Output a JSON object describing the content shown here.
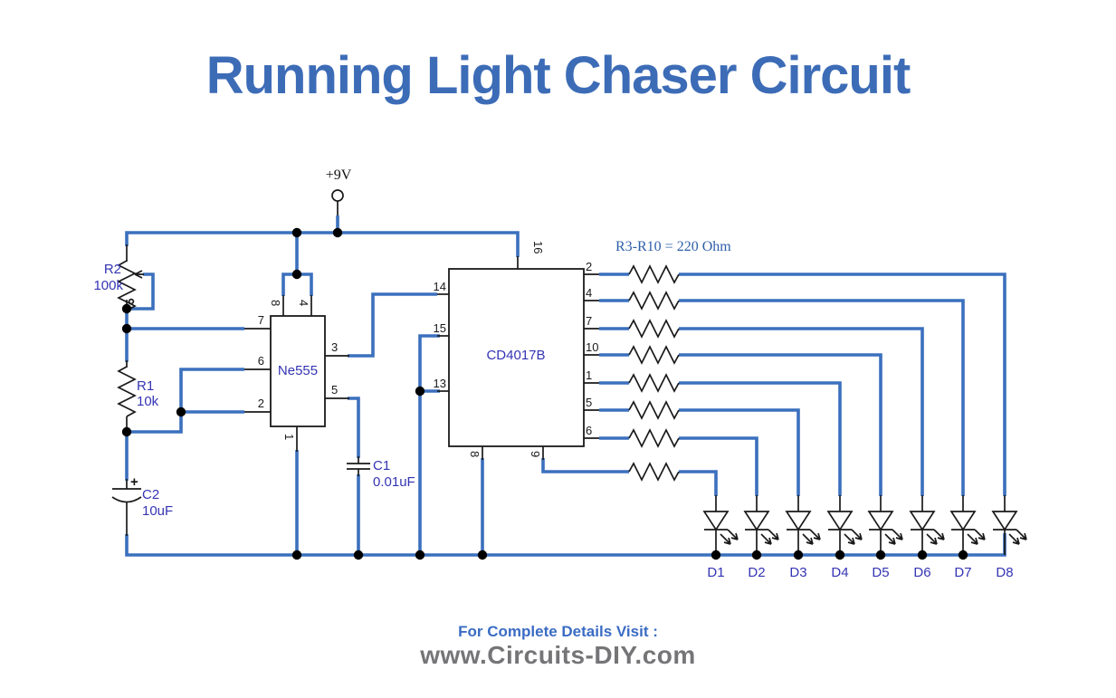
{
  "title": "Running Light Chaser Circuit",
  "power_label": "+9V",
  "note": "R3-R10 = 220 Ohm",
  "ic555": {
    "name": "Ne555",
    "pins": {
      "p7": "7",
      "p6": "6",
      "p2": "2",
      "p8": "8",
      "p4": "4",
      "p3": "3",
      "p5": "5",
      "p1": "1"
    }
  },
  "ic4017": {
    "name": "CD4017B",
    "pins": {
      "p16": "16",
      "p14": "14",
      "p15": "15",
      "p13": "13",
      "p8": "8",
      "p9": "9"
    },
    "out_pins": [
      "2",
      "4",
      "7",
      "10",
      "1",
      "5",
      "6"
    ]
  },
  "r2": {
    "ref": "R2",
    "value": "100k"
  },
  "r1": {
    "ref": "R1",
    "value": "10k"
  },
  "c1": {
    "ref": "C1",
    "value": "0.01uF"
  },
  "c2": {
    "ref": "C2",
    "value": "10uF",
    "polarity": "+"
  },
  "leds": [
    "D1",
    "D2",
    "D3",
    "D4",
    "D5",
    "D6",
    "D7",
    "D8"
  ],
  "footer": {
    "line1": "For Complete Details Visit :",
    "line2": "www.Circuits-DIY.com"
  },
  "colors": {
    "wire": "#3b70bd",
    "component_label": "#3434b4",
    "title": "#3d6cb7",
    "note_label": "#2e5fa8",
    "footer_accent": "#3a6cc4",
    "footer_gray": "#757578",
    "junction_dot": "#000000"
  }
}
